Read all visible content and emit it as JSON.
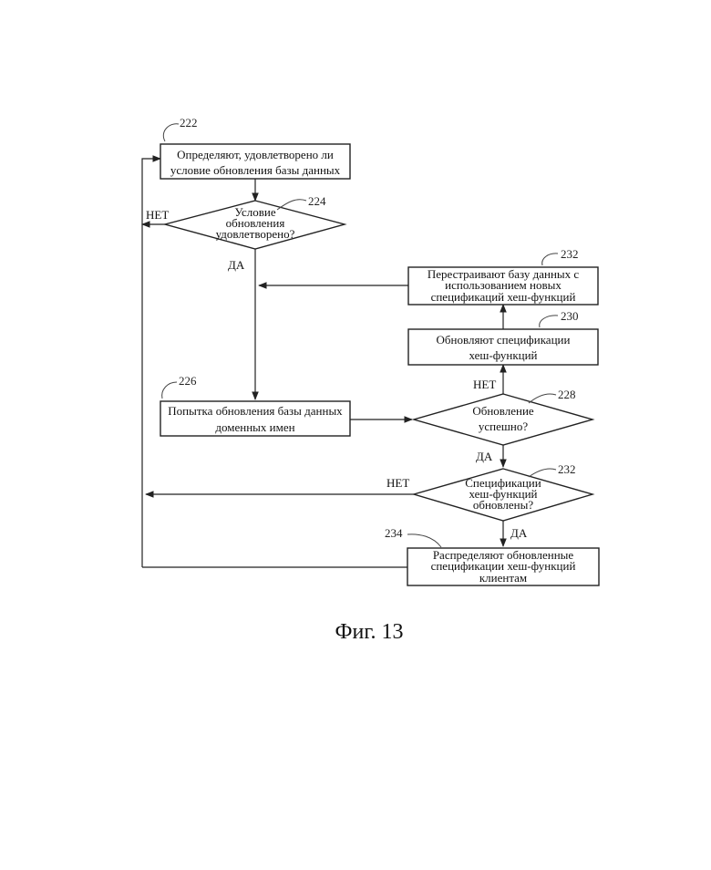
{
  "nodes": {
    "n222": {
      "ref": "222",
      "lines": [
        "Определяют, удовлетворено ли",
        "условие обновления базы данных"
      ]
    },
    "n224": {
      "ref": "224",
      "lines": [
        "Условие",
        "обновления",
        "удовлетворено?"
      ]
    },
    "n226": {
      "ref": "226",
      "lines": [
        "Попытка обновления базы данных",
        "доменных имен"
      ]
    },
    "n228": {
      "ref": "228",
      "lines": [
        "Обновление",
        "успешно?"
      ]
    },
    "n230": {
      "ref": "230",
      "lines": [
        "Обновляют спецификации",
        "хеш-функций"
      ]
    },
    "n232a": {
      "ref": "232",
      "lines": [
        "Перестраивают базу данных с",
        "использованием новых",
        "спецификаций хеш-функций"
      ]
    },
    "n232b": {
      "ref": "232",
      "lines": [
        "Спецификации",
        "хеш-функций",
        "обновлены?"
      ]
    },
    "n234": {
      "ref": "234",
      "lines": [
        "Распределяют обновленные",
        "спецификации хеш-функций",
        "клиентам"
      ]
    }
  },
  "edge_labels": {
    "d224_no": "НЕТ",
    "d224_yes": "ДА",
    "d228_no": "НЕТ",
    "d228_yes": "ДА",
    "d232_no": "НЕТ",
    "d232_yes": "ДА"
  },
  "caption": "Фиг. 13"
}
